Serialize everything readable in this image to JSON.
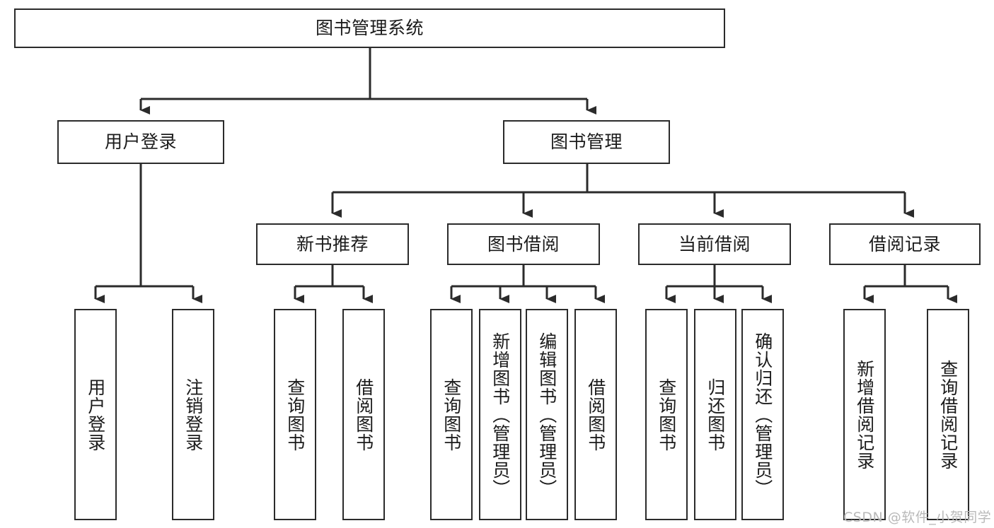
{
  "diagram": {
    "type": "tree-hierarchy-chart",
    "title": "图书管理系统",
    "colors": {
      "box_border": "#2b2b2b",
      "box_fill": "#ffffff",
      "connector": "#2b2b2b",
      "text": "#1b1b1b",
      "watermark": "#b9b9b9",
      "background": "#ffffff"
    },
    "levels": {
      "level1": [
        {
          "id": "root",
          "label": "图书管理系统"
        }
      ],
      "level2": [
        {
          "id": "user-login",
          "label": "用户登录",
          "parent": "root"
        },
        {
          "id": "book-manage",
          "label": "图书管理",
          "parent": "root"
        }
      ],
      "level3": [
        {
          "id": "new-book-rec",
          "label": "新书推荐",
          "parent": "book-manage"
        },
        {
          "id": "book-borrow",
          "label": "图书借阅",
          "parent": "book-manage"
        },
        {
          "id": "current-borrow",
          "label": "当前借阅",
          "parent": "book-manage"
        },
        {
          "id": "borrow-record",
          "label": "借阅记录",
          "parent": "book-manage"
        }
      ],
      "leaves": [
        {
          "id": "leaf-user-login",
          "label": "用户登录",
          "parent": "user-login"
        },
        {
          "id": "leaf-logout",
          "label": "注销登录",
          "parent": "user-login"
        },
        {
          "id": "leaf-query-book-1",
          "label": "查询图书",
          "parent": "new-book-rec"
        },
        {
          "id": "leaf-borrow-book-1",
          "label": "借阅图书",
          "parent": "new-book-rec"
        },
        {
          "id": "leaf-query-book-2",
          "label": "查询图书",
          "parent": "book-borrow"
        },
        {
          "id": "leaf-add-book",
          "label": "新增图书（管理员）",
          "parent": "book-borrow"
        },
        {
          "id": "leaf-edit-book",
          "label": "编辑图书（管理员）",
          "parent": "book-borrow"
        },
        {
          "id": "leaf-borrow-book-2",
          "label": "借阅图书",
          "parent": "book-borrow"
        },
        {
          "id": "leaf-query-book-3",
          "label": "查询图书",
          "parent": "current-borrow"
        },
        {
          "id": "leaf-return-book",
          "label": "归还图书",
          "parent": "current-borrow"
        },
        {
          "id": "leaf-confirm-return",
          "label": "确认归还（管理员）",
          "parent": "current-borrow"
        },
        {
          "id": "leaf-add-record",
          "label": "新增借阅记录",
          "parent": "borrow-record"
        },
        {
          "id": "leaf-query-record",
          "label": "查询借阅记录",
          "parent": "borrow-record"
        }
      ]
    },
    "watermark": "CSDN @软件_小贺同学"
  }
}
